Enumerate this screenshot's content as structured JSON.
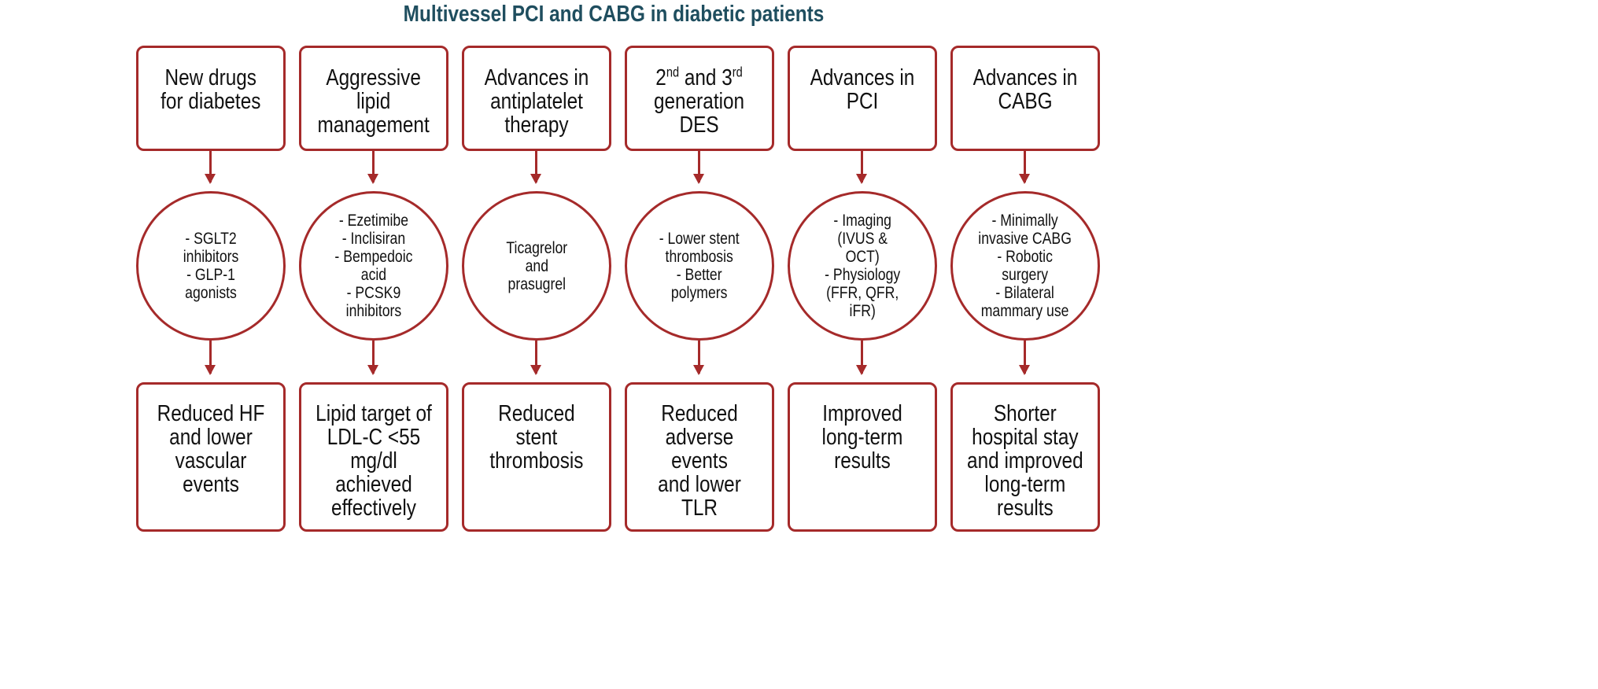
{
  "title": "Multivessel PCI and CABG in diabetic patients",
  "colors": {
    "title": "#1f4e5f",
    "border": "#a52a2a",
    "arrow": "#a52a2a",
    "text": "#111111"
  },
  "columns": [
    {
      "top": "New drugs\nfor diabetes",
      "middle": "- SGLT2\ninhibitors\n- GLP-1\nagonists",
      "bottom": "Reduced HF\nand lower\nvascular events"
    },
    {
      "top": "Aggressive\nlipid\nmanagement",
      "middle": "- Ezetimibe\n- Inclisiran\n- Bempedoic\nacid\n- PCSK9\ninhibitors",
      "bottom": "Lipid target of\nLDL-C <55 mg/dl\nachieved\neffectively"
    },
    {
      "top": "Advances in\nantiplatelet\ntherapy",
      "middle": "Ticagrelor\nand\nprasugrel",
      "bottom": "Reduced\nstent\nthrombosis"
    },
    {
      "top_parts": {
        "n1": "2",
        "s1": "nd",
        "mid": " and 3",
        "s2": "rd",
        "rest": "generation\nDES"
      },
      "middle": "- Lower stent\nthrombosis\n- Better\npolymers",
      "bottom": "Reduced\nadverse events\nand lower TLR"
    },
    {
      "top": "Advances in\nPCI",
      "middle": "- Imaging\n(IVUS &\nOCT)\n- Physiology\n(FFR, QFR,\niFR)",
      "bottom": "Improved\nlong-term results"
    },
    {
      "top": "Advances in\nCABG",
      "middle": "- Minimally\ninvasive CABG\n- Robotic\nsurgery\n- Bilateral\nmammary use",
      "bottom": "Shorter\nhospital stay\nand improved\nlong-term\nresults"
    }
  ]
}
